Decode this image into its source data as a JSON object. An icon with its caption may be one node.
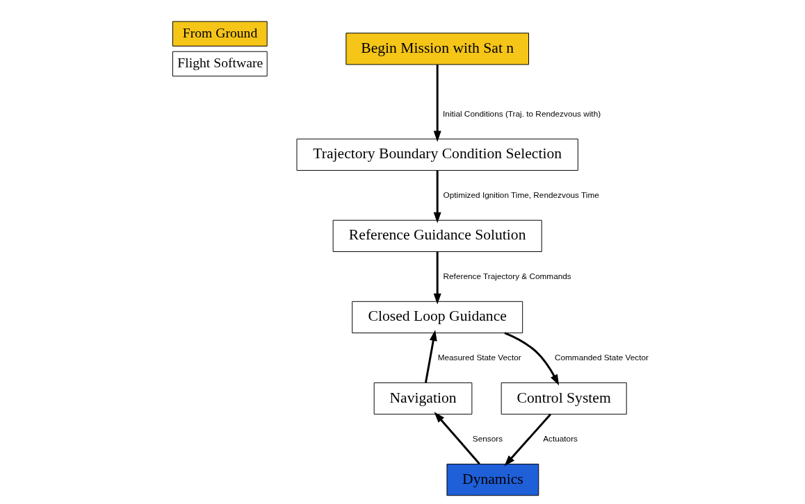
{
  "diagram": {
    "nodes": [
      {
        "text": [
          "Begin Mission with Sat n"
        ]
      },
      {
        "text": [
          "Trajectory Boundary Condition Selection"
        ]
      },
      {
        "text": [
          "Reference Guidance Solution"
        ]
      },
      {
        "text": [
          "Closed Loop Guidance"
        ]
      },
      {
        "text": [
          "Navigation"
        ]
      },
      {
        "text": [
          "Control System"
        ]
      },
      {
        "text": [
          "Dynamics"
        ]
      }
    ],
    "edges": [
      {
        "from": 0,
        "to": 1,
        "arrow": "to",
        "label": "Initial Conditions (Traj. to Rendezvous with)"
      },
      {
        "from": 1,
        "to": 2,
        "arrow": "to",
        "label": "Optimized Ignition Time, Rendezvous Time"
      },
      {
        "from": 2,
        "to": 3,
        "arrow": "to",
        "label": "Reference Trajectory & Commands"
      },
      {
        "from": 3,
        "to": 5,
        "arrow": "to",
        "label": "Commanded State Vector"
      },
      {
        "from": 5,
        "to": 6,
        "arrow": "to",
        "label": "Actuators"
      },
      {
        "from": 6,
        "to": 4,
        "arrow": "to",
        "label": "Sensors"
      },
      {
        "from": 4,
        "to": 3,
        "arrow": "to",
        "label": "Measured State Vector"
      }
    ],
    "legend": [
      {
        "text": "From Ground",
        "color": "#f5c518"
      },
      {
        "text": "Flight Software",
        "color": "#ffffff"
      }
    ]
  }
}
